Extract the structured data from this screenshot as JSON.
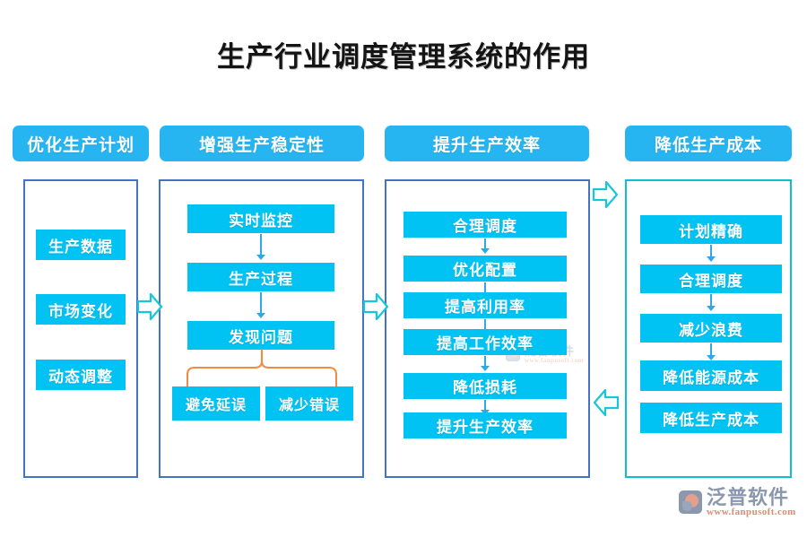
{
  "page": {
    "title": "生产行业调度管理系统的作用",
    "background_color": "#ffffff"
  },
  "colors": {
    "header_badge": "#26B5F0",
    "item_box": "#00C2F3",
    "panel_border_blue": "#4472C4",
    "panel_border_teal": "#10BED4",
    "connector_arrow": "#16C6DC",
    "bracket_orange": "#F08B43",
    "title_text": "#141414",
    "box_text": "#ffffff"
  },
  "columns": [
    {
      "header": "优化生产计划",
      "border": "blue",
      "items": [
        "生产数据",
        "市场变化",
        "动态调整"
      ],
      "flow": "stacked-no-arrows"
    },
    {
      "header": "增强生产稳定性",
      "border": "blue",
      "items": [
        "实时监控",
        "生产过程",
        "发现问题"
      ],
      "branch_items": [
        "避免延误",
        "减少错误"
      ],
      "flow": "arrow-chain-then-branch"
    },
    {
      "header": "提升生产效率",
      "border": "blue",
      "items": [
        "合理调度",
        "优化配置",
        "提高利用率",
        "提高工作效率",
        "降低损耗",
        "提升生产效率"
      ],
      "flow": "arrow-chain"
    },
    {
      "header": "降低生产成本",
      "border": "teal",
      "items": [
        "计划精确",
        "合理调度",
        "减少浪费",
        "降低能源成本",
        "降低生产成本"
      ],
      "flow": "arrow-chain"
    }
  ],
  "connectors": [
    {
      "name": "col1-to-col2",
      "direction": "right"
    },
    {
      "name": "col2-to-col3",
      "direction": "right"
    },
    {
      "name": "col3-to-col4-top",
      "direction": "right"
    },
    {
      "name": "col4-to-col3-bottom",
      "direction": "left"
    }
  ],
  "branding": {
    "name": "泛普软件",
    "url": "www.fanpusoft.com"
  }
}
